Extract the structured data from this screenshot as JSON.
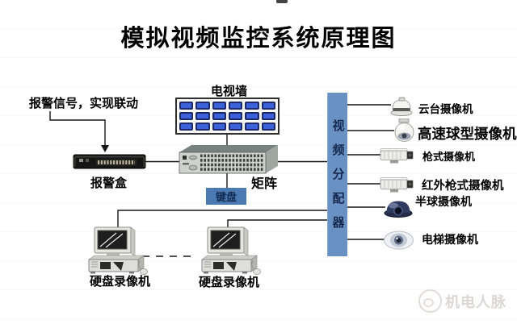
{
  "title": "模拟视频监控系统原理图",
  "alarm": {
    "note": "报警信号，实现联动",
    "box_label": "报警盒"
  },
  "tv_wall": {
    "label": "电视墙",
    "cols": 6,
    "rows": 3,
    "cell_color": "#3b62da"
  },
  "matrix": {
    "label": "矩阵"
  },
  "keyboard": {
    "label": "键盘"
  },
  "distributor": {
    "label": "视频分配器",
    "bar_color": "#6991c4"
  },
  "cameras": [
    {
      "icon": "ptz-camera-icon",
      "label": "云台摄像机"
    },
    {
      "icon": "speed-dome-camera-icon",
      "label": "高速球型摄像机"
    },
    {
      "icon": "bullet-camera-icon",
      "label": "枪式摄像机"
    },
    {
      "icon": "ir-bullet-camera-icon",
      "label": "红外枪式摄像机"
    },
    {
      "icon": "half-dome-camera-icon",
      "label": "半球摄像机"
    },
    {
      "icon": "elevator-camera-icon",
      "label": "电梯摄像机"
    }
  ],
  "dvrs": [
    {
      "label": "硬盘录像机"
    },
    {
      "label": "硬盘录像机"
    }
  ],
  "watermark": {
    "text": "机电人脉"
  }
}
